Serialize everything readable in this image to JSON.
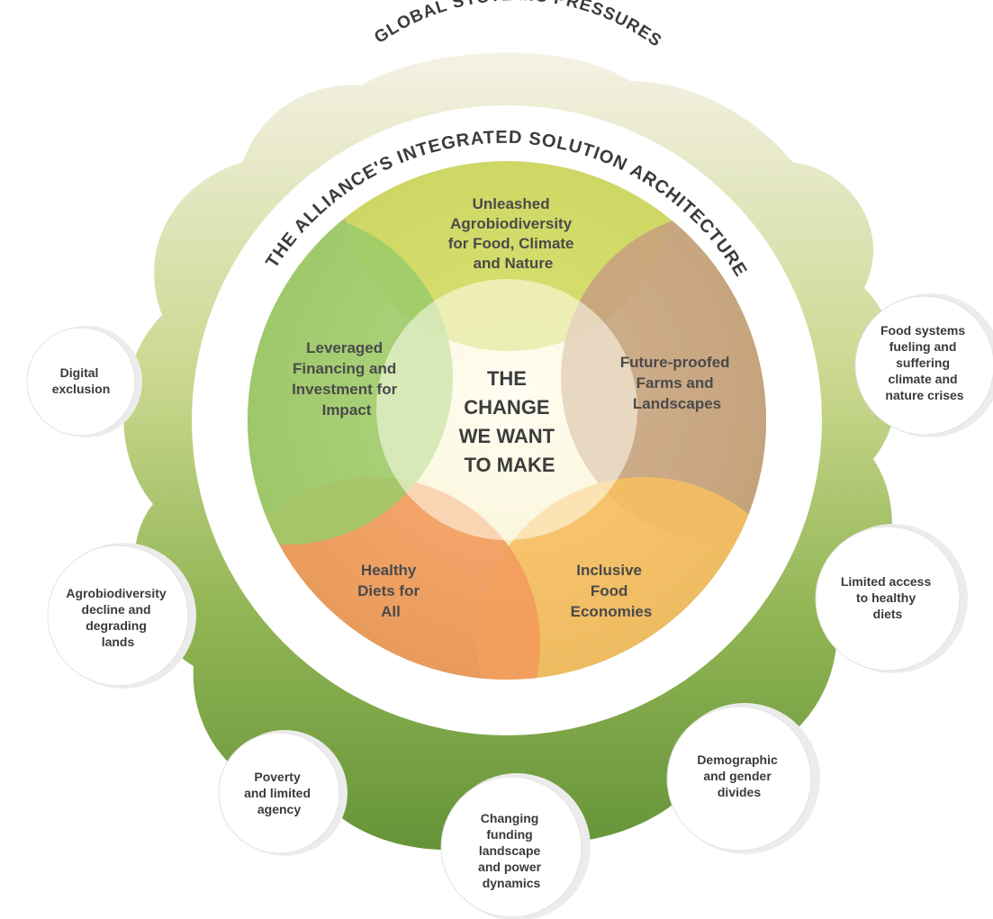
{
  "outer_title": "GLOBAL SYSTEMIC PRESSURES",
  "inner_title": "THE ALLIANCE'S INTEGRATED SOLUTION ARCHITECTURE",
  "center": [
    "THE",
    "CHANGE",
    "WE WANT",
    "TO MAKE"
  ],
  "petals": {
    "top": {
      "lines": [
        "Unleashed",
        "Agrobiodiversity",
        "for Food, Climate",
        "and Nature"
      ],
      "color": "#cfd960"
    },
    "right": {
      "lines": [
        "Future-proofed",
        "Farms and",
        "Landscapes"
      ],
      "color": "#c6a07e"
    },
    "bottom_right": {
      "lines": [
        "Inclusive",
        "Food",
        "Economies"
      ],
      "color": "#f6be62"
    },
    "bottom_left": {
      "lines": [
        "Healthy",
        "Diets for",
        "All"
      ],
      "color": "#f39a5c"
    },
    "left": {
      "lines": [
        "Leveraged",
        "Financing and",
        "Investment for",
        "Impact"
      ],
      "color": "#9ccb6a"
    }
  },
  "pressures": {
    "digital": [
      "Digital",
      "exclusion"
    ],
    "agro": [
      "Agrobiodiversity",
      "decline and",
      "degrading",
      "lands"
    ],
    "poverty": [
      "Poverty",
      "and limited",
      "agency"
    ],
    "funding": [
      "Changing",
      "funding",
      "landscape",
      "and power",
      "dynamics"
    ],
    "demographic": [
      "Demographic",
      "and gender",
      "divides"
    ],
    "health": [
      "Limited access",
      "to healthy",
      "diets"
    ],
    "food": [
      "Food systems",
      "fueling and",
      "suffering",
      "climate and",
      "nature crises"
    ]
  }
}
